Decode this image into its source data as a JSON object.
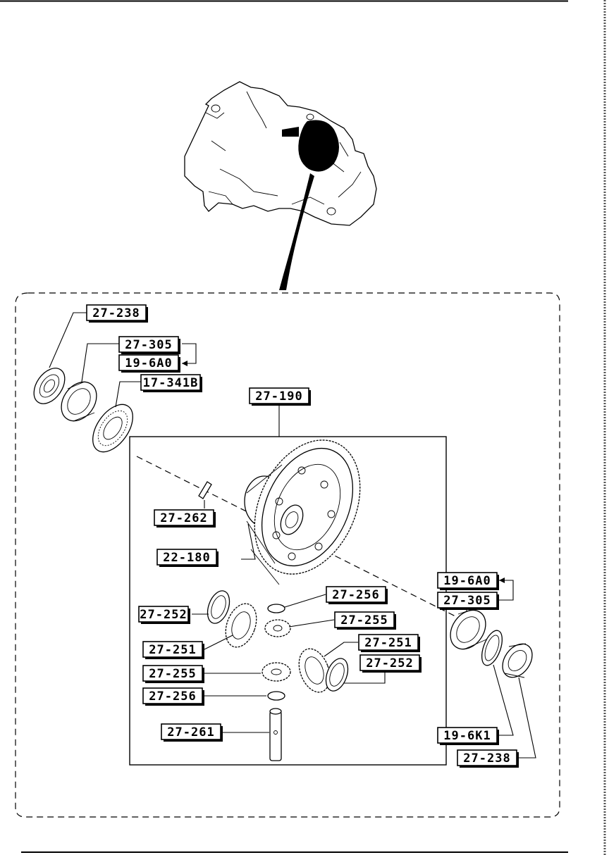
{
  "labels": {
    "l_27_238_top": "27-238",
    "l_27_305_top": "27-305",
    "l_19_6A0_top": "19-6A0",
    "l_17_341B": "17-341B",
    "l_27_190": "27-190",
    "l_27_262": "27-262",
    "l_22_180": "22-180",
    "l_27_256_upper": "27-256",
    "l_27_255_upper": "27-255",
    "l_27_252_left": "27-252",
    "l_27_251_left": "27-251",
    "l_27_251_right": "27-251",
    "l_27_252_right": "27-252",
    "l_27_255_lower": "27-255",
    "l_27_256_lower": "27-256",
    "l_27_261": "27-261",
    "l_19_6A0_right": "19-6A0",
    "l_27_305_right": "27-305",
    "l_19_6K1": "19-6K1",
    "l_27_238_bottom": "27-238"
  }
}
